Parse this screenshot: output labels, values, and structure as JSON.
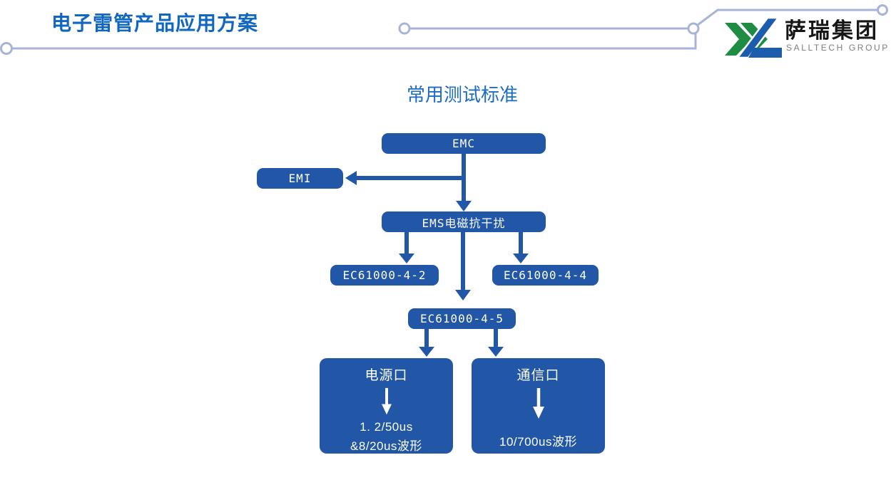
{
  "header": {
    "title": "电子雷管产品应用方案",
    "logo_cn": "萨瑞集团",
    "logo_en": "SALLTECH GROUP"
  },
  "colors": {
    "title_blue": "#1067C0",
    "subtitle_blue": "#1B6CC4",
    "node_blue": "#2157A6",
    "decor_line": "#A8B4D6",
    "logo_green": "#1E8C43",
    "logo_blue": "#1C5CAC"
  },
  "diagram": {
    "subtitle": "常用测试标准",
    "nodes": {
      "emc": {
        "label": "EMC"
      },
      "emi": {
        "label": "EMI"
      },
      "ems": {
        "label": "EMS电磁抗干扰"
      },
      "ec42": {
        "label": "EC61000-4-2"
      },
      "ec44": {
        "label": "EC61000-4-4"
      },
      "ec45": {
        "label": "EC61000-4-5"
      },
      "power": {
        "title": "电源口",
        "line1": "1. 2/50us",
        "line2": "&8/20us波形"
      },
      "comm": {
        "title": "通信口",
        "line1": "10/700us波形"
      }
    },
    "edges": [
      {
        "from": "EMC",
        "to": "EMI"
      },
      {
        "from": "EMC",
        "to": "EMS电磁抗干扰"
      },
      {
        "from": "EMS电磁抗干扰",
        "to": "EC61000-4-2"
      },
      {
        "from": "EMS电磁抗干扰",
        "to": "EC61000-4-5"
      },
      {
        "from": "EMS电磁抗干扰",
        "to": "EC61000-4-4"
      },
      {
        "from": "EC61000-4-5",
        "to": "电源口"
      },
      {
        "from": "EC61000-4-5",
        "to": "通信口"
      },
      {
        "from": "电源口",
        "to": "1. 2/50us &8/20us波形"
      },
      {
        "from": "通信口",
        "to": "10/700us波形"
      }
    ]
  }
}
